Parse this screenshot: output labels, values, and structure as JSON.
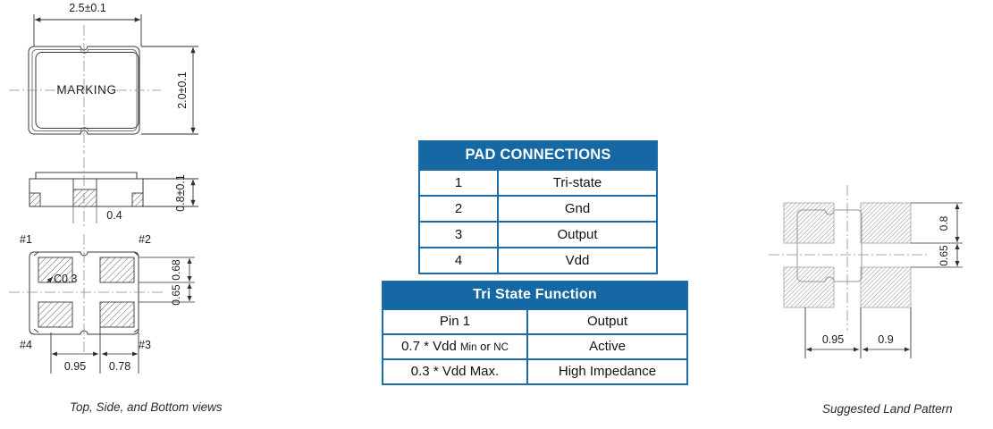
{
  "figure": {
    "caption_left": "Top, Side, and  Bottom  views",
    "caption_right": "Suggested Land Pattern"
  },
  "colors": {
    "table_header_bg": "#1668a5",
    "table_border": "#1b6ca8",
    "line": "#3a3a3a",
    "hatch": "#6e6e6e",
    "text": "#1a1a1a"
  },
  "top_view": {
    "marking_label": "MARKING",
    "dim_width": "2.5±0.1",
    "dim_height": "2.0±0.1"
  },
  "side_view": {
    "dim_center": "0.4",
    "dim_height": "0.8±0.1"
  },
  "bottom_view": {
    "pins": [
      "#1",
      "#2",
      "#3",
      "#4"
    ],
    "chamfer": "C0.3",
    "dim_pad_height": "0.68",
    "dim_pad_gap": "0.65",
    "dim_left": "0.95",
    "dim_right": "0.78"
  },
  "land_pattern": {
    "dim_pad_height": "0.8",
    "dim_pad_gap": "0.65",
    "dim_left": "0.95",
    "dim_right": "0.9"
  },
  "pad_connections": {
    "title": "PAD CONNECTIONS",
    "rows": [
      {
        "pin": "1",
        "fn": "Tri-state"
      },
      {
        "pin": "2",
        "fn": "Gnd"
      },
      {
        "pin": "3",
        "fn": "Output"
      },
      {
        "pin": "4",
        "fn": "Vdd"
      }
    ]
  },
  "tri_state": {
    "title": "Tri State Function",
    "header": {
      "left": "Pin 1",
      "right": "Output"
    },
    "rows": [
      {
        "cond_a": "0.7 * Vdd ",
        "cond_b": "Min",
        "cond_c": " or ",
        "cond_d": "NC",
        "result": "Active"
      },
      {
        "cond_a": "0.3 * Vdd ",
        "cond_b": "Max.",
        "cond_c": "",
        "cond_d": "",
        "result": "High Impedance"
      }
    ]
  }
}
